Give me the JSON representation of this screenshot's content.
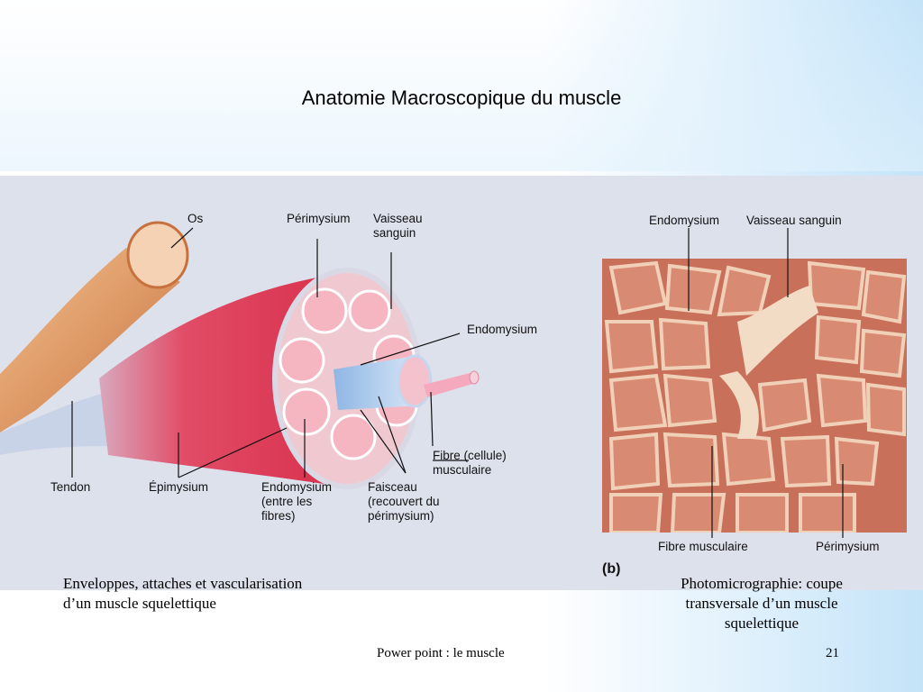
{
  "slide": {
    "title": "Anatomie Macroscopique du muscle",
    "caption_left_line1": "Enveloppes, attaches et vascularisation",
    "caption_left_line2": "d’un muscle squelettique",
    "caption_right_line1": "Photomicrographie: coupe",
    "caption_right_line2": "transversale d’un muscle",
    "caption_right_line3": "squelettique",
    "footer_text": "Power point : le muscle",
    "slide_number": "21"
  },
  "diagram_labels": {
    "os": "Os",
    "perimysium": "Périmysium",
    "vaisseau_1": "Vaisseau",
    "vaisseau_2": "sanguin",
    "endomysium": "Endomysium",
    "fibre_1": "Fibre (cellule)",
    "fibre_2": "musculaire",
    "tendon": "Tendon",
    "epimysium": "Épimysium",
    "endo_entre_1": "Endomysium",
    "endo_entre_2": "(entre les",
    "endo_entre_3": "fibres)",
    "faisceau_1": "Faisceau",
    "faisceau_2": "(recouvert du",
    "faisceau_3": "périmysium)"
  },
  "micro_labels": {
    "endomysium": "Endomysium",
    "vaisseau": "Vaisseau sanguin",
    "fibre": "Fibre musculaire",
    "perimysium": "Périmysium",
    "panel_letter": "(b)"
  },
  "colors": {
    "muscle_red": "#e0405a",
    "tendon_blue": "#c8d4ea",
    "bone": "#e8a26a",
    "micro_tissue": "#c9705a"
  }
}
